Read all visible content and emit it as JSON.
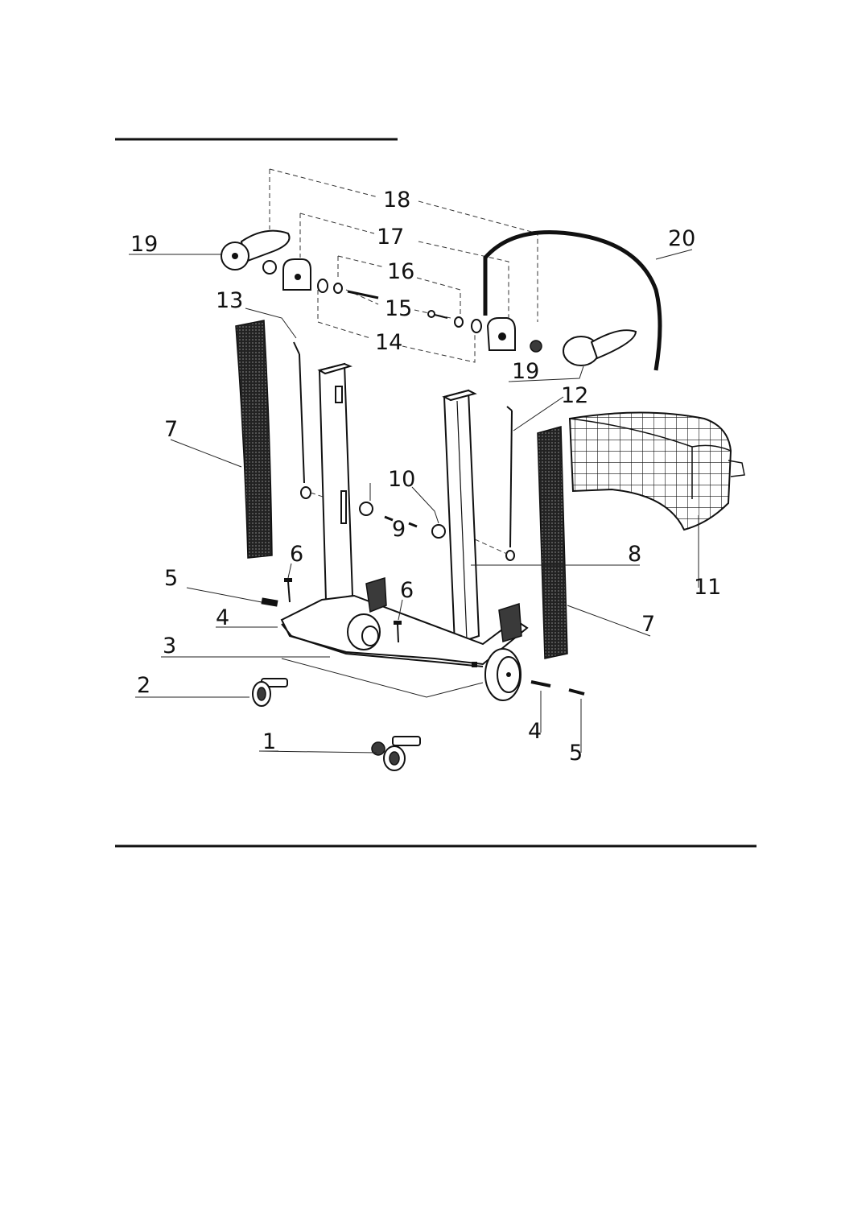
{
  "figure": {
    "labels": {
      "l1": "1",
      "l2": "2",
      "l3": "3",
      "l4a": "4",
      "l4b": "4",
      "l5a": "5",
      "l5b": "5",
      "l6a": "6",
      "l6b": "6",
      "l7a": "7",
      "l7b": "7",
      "l8": "8",
      "l9": "9",
      "l10": "10",
      "l11": "11",
      "l12": "12",
      "l13": "13",
      "l14": "14",
      "l15": "15",
      "l16": "16",
      "l17": "17",
      "l18": "18",
      "l19a": "19",
      "l19b": "19",
      "l20": "20"
    }
  }
}
